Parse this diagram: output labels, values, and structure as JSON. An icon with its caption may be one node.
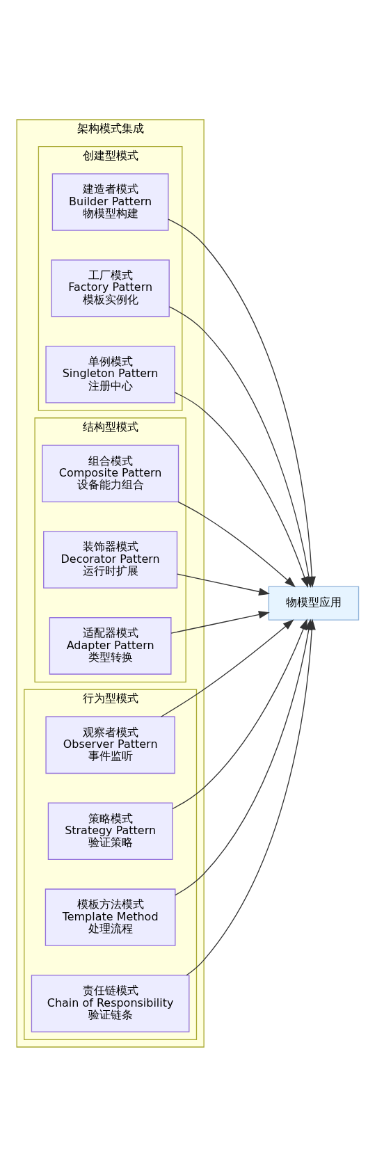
{
  "diagram": {
    "nodes": [
      {
        "text": [
          "架构模式集成"
        ]
      },
      {
        "text": [
          "创建型模式"
        ],
        "in": 0
      },
      {
        "text": [
          "建造者模式",
          "Builder Pattern",
          "物模型构建"
        ],
        "in": 1
      },
      {
        "text": [
          "工厂模式",
          "Factory Pattern",
          "模板实例化"
        ],
        "in": 1
      },
      {
        "text": [
          "单例模式",
          "Singleton Pattern",
          "注册中心"
        ],
        "in": 1
      },
      {
        "text": [
          "结构型模式"
        ],
        "in": 0
      },
      {
        "text": [
          "组合模式",
          "Composite Pattern",
          "设备能力组合"
        ],
        "in": 5
      },
      {
        "text": [
          "装饰器模式",
          "Decorator Pattern",
          "运行时扩展"
        ],
        "in": 5
      },
      {
        "text": [
          "适配器模式",
          "Adapter Pattern",
          "类型转换"
        ],
        "in": 5
      },
      {
        "text": [
          "行为型模式"
        ],
        "in": 0
      },
      {
        "text": [
          "观察者模式",
          "Observer Pattern",
          "事件监听"
        ],
        "in": 9
      },
      {
        "text": [
          "策略模式",
          "Strategy Pattern",
          "验证策略"
        ],
        "in": 9
      },
      {
        "text": [
          "模板方法模式",
          "Template Method",
          "处理流程"
        ],
        "in": 9
      },
      {
        "text": [
          "责任链模式",
          "Chain of Responsibility",
          "验证链条"
        ],
        "in": 9
      },
      {
        "text": [
          "物模型应用"
        ]
      }
    ],
    "edges": [
      {
        "from": 2,
        "to": 14,
        "arrow": "to"
      },
      {
        "from": 3,
        "to": 14,
        "arrow": "to"
      },
      {
        "from": 4,
        "to": 14,
        "arrow": "to"
      },
      {
        "from": 6,
        "to": 14,
        "arrow": "to"
      },
      {
        "from": 7,
        "to": 14,
        "arrow": "to"
      },
      {
        "from": 8,
        "to": 14,
        "arrow": "to"
      },
      {
        "from": 10,
        "to": 14,
        "arrow": "to"
      },
      {
        "from": 11,
        "to": 14,
        "arrow": "to"
      },
      {
        "from": 12,
        "to": 14,
        "arrow": "to"
      },
      {
        "from": 13,
        "to": 14,
        "arrow": "to"
      }
    ]
  }
}
